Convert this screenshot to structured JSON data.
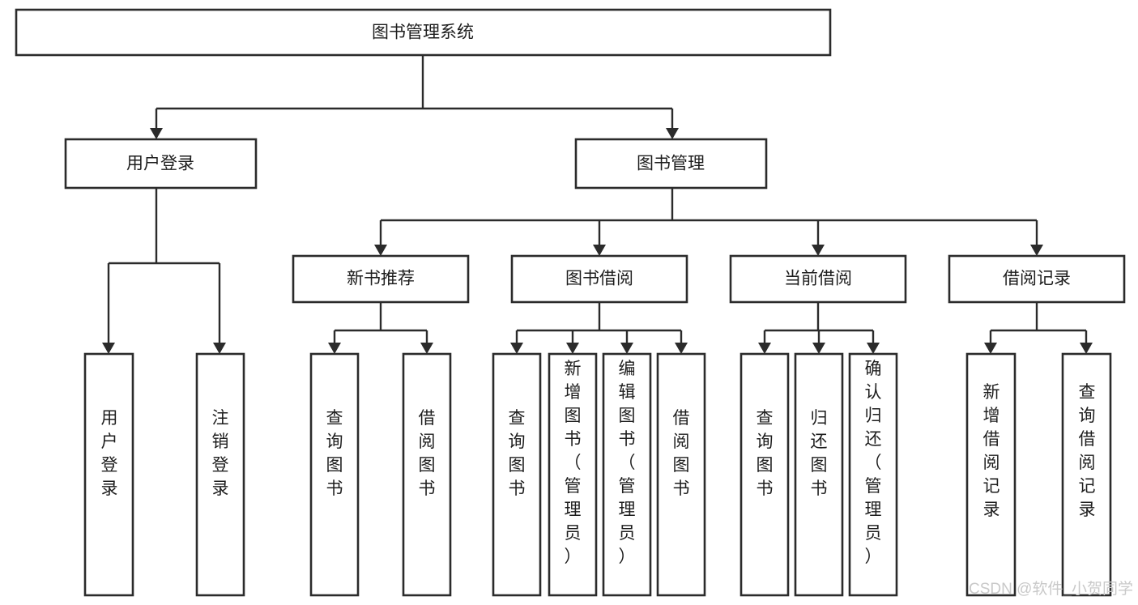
{
  "diagram": {
    "title": "图书管理系统",
    "type": "tree-hierarchy-diagram",
    "root": {
      "id": "root",
      "label": "图书管理系统"
    },
    "level2": [
      {
        "id": "user-login",
        "label": "用户登录"
      },
      {
        "id": "book-manage",
        "label": "图书管理"
      }
    ],
    "level3": [
      {
        "id": "new-book-rec",
        "label": "新书推荐",
        "parent": "book-manage"
      },
      {
        "id": "book-borrow",
        "label": "图书借阅",
        "parent": "book-manage"
      },
      {
        "id": "current-borrow",
        "label": "当前借阅",
        "parent": "book-manage"
      },
      {
        "id": "borrow-record",
        "label": "借阅记录",
        "parent": "book-manage"
      }
    ],
    "leaves": [
      {
        "id": "leaf-user-login",
        "label": "用户登录",
        "parent": "user-login"
      },
      {
        "id": "leaf-logout-login",
        "label": "注销登录",
        "parent": "user-login"
      },
      {
        "id": "leaf-query-book-1",
        "label": "查询图书",
        "parent": "new-book-rec"
      },
      {
        "id": "leaf-borrow-book-1",
        "label": "借阅图书",
        "parent": "new-book-rec"
      },
      {
        "id": "leaf-query-book-2",
        "label": "查询图书",
        "parent": "book-borrow"
      },
      {
        "id": "leaf-add-book",
        "label": "新增图书（管理员）",
        "parent": "book-borrow"
      },
      {
        "id": "leaf-edit-book",
        "label": "编辑图书（管理员）",
        "parent": "book-borrow"
      },
      {
        "id": "leaf-borrow-book-2",
        "label": "借阅图书",
        "parent": "book-borrow"
      },
      {
        "id": "leaf-query-book-3",
        "label": "查询图书",
        "parent": "current-borrow"
      },
      {
        "id": "leaf-return-book",
        "label": "归还图书",
        "parent": "current-borrow"
      },
      {
        "id": "leaf-confirm-return",
        "label": "确认归还（管理员）",
        "parent": "current-borrow"
      },
      {
        "id": "leaf-add-record",
        "label": "新增借阅记录",
        "parent": "borrow-record"
      },
      {
        "id": "leaf-query-record",
        "label": "查询借阅记录",
        "parent": "borrow-record"
      }
    ],
    "watermark": "CSDN @软件_小贺同学",
    "colors": {
      "stroke": "#2b2b2b",
      "fill": "#ffffff",
      "text": "#1d1d1d",
      "watermark": "#c9c9c9",
      "background": "#ffffff"
    }
  }
}
